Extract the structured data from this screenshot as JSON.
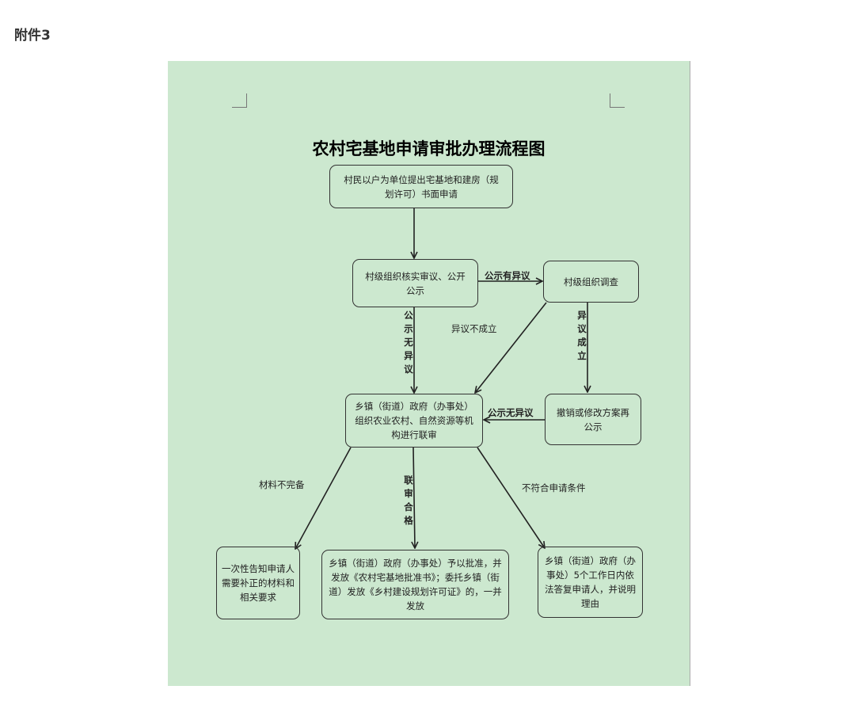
{
  "attachment_label": "附件3",
  "document": {
    "title": "农村宅基地申请审批办理流程图",
    "background_color": "#cce8cf",
    "boxes": {
      "apply": "村民以户为单位提出宅基地和建房（规划许可）书面申请",
      "village_review": "村级组织核实审议、公开公示",
      "village_investigate": "村级组织调查",
      "joint_review": "乡镇（街道）政府（办事处）组织农业农村、自然资源等机构进行联审",
      "revise": "撤销或修改方案再公示",
      "notify": "一次性告知申请人需要补正的材料和相关要求",
      "approve": "乡镇（街道）政府（办事处）予以批准，并发放《农村宅基地批准书》；委托乡镇（街道）发放《乡村建设规划许可证》的，一并发放",
      "reply": "乡镇（街道）政府（办事处）5个工作日内依法答复申请人，并说明理由"
    },
    "edges": {
      "objection": "公示有异议",
      "no_objection_down": "公示无异议",
      "objection_invalid": "异议不成立",
      "objection_valid": "异议成立",
      "no_objection_back": "公示无异议",
      "incomplete": "材料不完备",
      "passed": "联审合格",
      "ineligible": "不符合申请条件"
    }
  }
}
